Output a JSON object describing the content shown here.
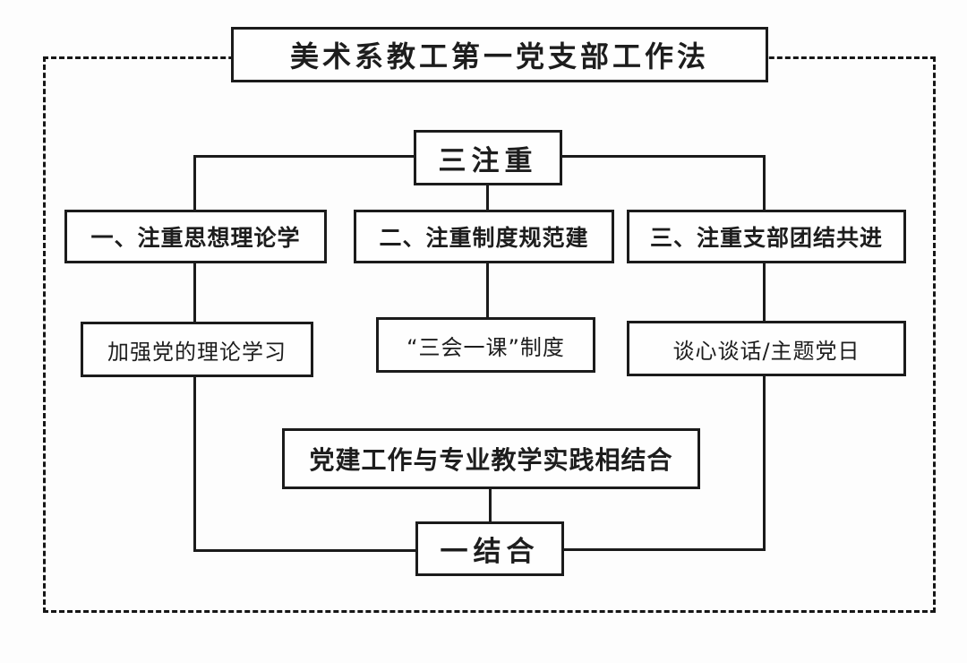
{
  "diagram": {
    "title": "美术系教工第一党支部工作法",
    "top_node": {
      "label": "三注重"
    },
    "branches": [
      {
        "heading": "一、注重思想理论学",
        "detail": "加强党的理论学习"
      },
      {
        "heading": "二、注重制度规范建",
        "detail": "“三会一课”制度"
      },
      {
        "heading": "三、注重支部团结共进",
        "detail": "谈心谈话/主题党日"
      }
    ],
    "combine_node": {
      "label": "党建工作与专业教学实践相结合"
    },
    "bottom_node": {
      "label": "一结合"
    },
    "colors": {
      "line": "#1b1b1b",
      "box_border": "#1b1b1b",
      "box_background": "#fefefe",
      "page_background": "#fdfdfd",
      "text": "#1d1d1d"
    }
  }
}
